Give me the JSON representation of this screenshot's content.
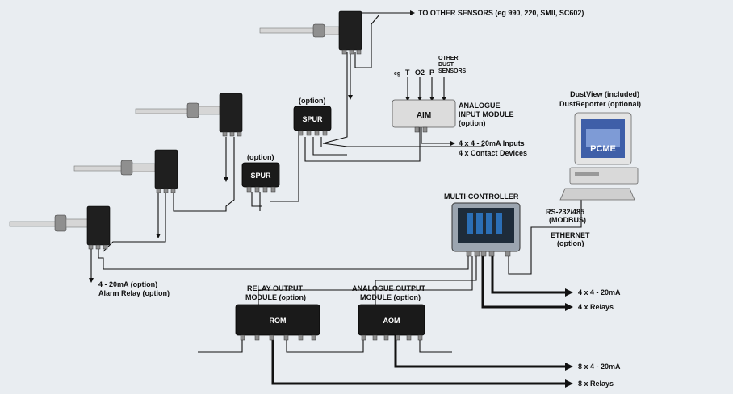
{
  "labels": {
    "other_sensors": "TO OTHER SENSORS (eg 990, 220, SMII, SC602)",
    "spur_option_top": "(option)",
    "spur_top": "SPUR",
    "spur_option_mid": "(option)",
    "spur_mid": "SPUR",
    "aim_box": "AIM",
    "aim_title_1": "ANALOGUE",
    "aim_title_2": "INPUT MODULE",
    "aim_title_3": "(option)",
    "aim_in_eg": "eg",
    "aim_in_t": "T",
    "aim_in_o2": "O2",
    "aim_in_p": "P",
    "aim_in_other_1": "OTHER",
    "aim_in_other_2": "DUST",
    "aim_in_other_3": "SENSORS",
    "aim_out_1": "4 x 4 - 20mA Inputs",
    "aim_out_2": "4 x Contact Devices",
    "pc_1": "DustView (included)",
    "pc_2": "DustReporter (optional)",
    "pc_screen": "PCME",
    "mc_title": "MULTI-CONTROLLER",
    "rs_1": "RS-232/485",
    "rs_2": "(MODBUS)",
    "eth_1": "ETHERNET",
    "eth_2": "(option)",
    "sensor_out_1": "4 - 20mA (option)",
    "sensor_out_2": "Alarm Relay (option)",
    "rom_title_1": "RELAY OUTPUT",
    "rom_title_2": "MODULE (option)",
    "rom_box": "ROM",
    "aom_title_1": "ANALOGUE OUTPUT",
    "aom_title_2": "MODULE (option)",
    "aom_box": "AOM",
    "mc_out_1": "4 x 4 - 20mA",
    "mc_out_2": "4 x Relays",
    "aom_out": "8 x 4 - 20mA",
    "rom_out": "8 x Relays"
  },
  "colors": {
    "background": "#e9edf1",
    "ink": "#111111",
    "module": "#1a1a1a",
    "aim_body": "#dcdcdc",
    "controller_body": "#9ba5b0",
    "display": "#2b6fb6"
  }
}
